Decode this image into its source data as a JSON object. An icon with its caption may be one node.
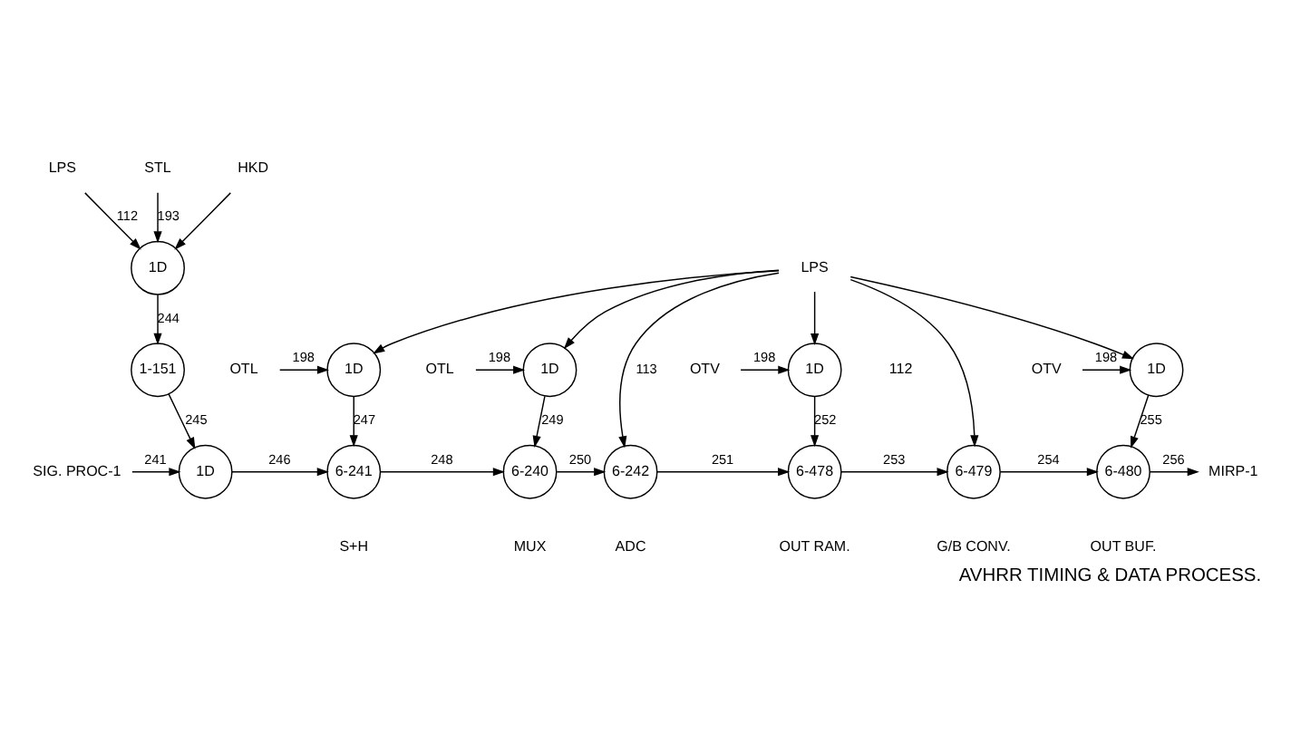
{
  "diagram": {
    "caption": "AVHRR TIMING & DATA PROCESS.",
    "nodes": [
      {
        "text": [
          "LPS"
        ]
      },
      {
        "text": [
          "OTL"
        ]
      },
      {
        "text": [
          "1D"
        ]
      },
      {
        "text": [
          "OTL"
        ]
      },
      {
        "text": [
          "1D"
        ]
      },
      {
        "text": [
          "OTV"
        ]
      },
      {
        "text": [
          "1D"
        ]
      },
      {
        "text": [
          "OTV"
        ]
      },
      {
        "text": [
          "1D"
        ]
      },
      {
        "text": [
          "SIG. PROC-1"
        ]
      },
      {
        "text": [
          "1D"
        ]
      },
      {
        "text": [
          "6-241"
        ],
        "beside": [
          "S+H"
        ]
      },
      {
        "text": [
          "6-240"
        ],
        "beside": [
          "MUX"
        ]
      },
      {
        "text": [
          "6-242"
        ],
        "beside": [
          "ADC"
        ]
      },
      {
        "text": [
          "6-478"
        ],
        "beside": [
          "OUT RAM."
        ]
      },
      {
        "text": [
          "6-479"
        ],
        "beside": [
          "G/B CONV."
        ]
      },
      {
        "text": [
          "6-480"
        ],
        "beside": [
          "OUT BUF."
        ]
      },
      {
        "text": [
          "MIRP-1"
        ]
      },
      {
        "text": [
          "1-151"
        ]
      },
      {
        "text": [
          "LPS"
        ]
      },
      {
        "text": [
          "1D"
        ]
      },
      {
        "text": [
          "STL"
        ]
      },
      {
        "text": [
          "HKD"
        ]
      }
    ],
    "edges": [
      {
        "from": 0,
        "to": 2,
        "arrow": "to"
      },
      {
        "from": 0,
        "to": 4,
        "arrow": "to"
      },
      {
        "from": 0,
        "to": 13,
        "arrow": "to",
        "label": "113"
      },
      {
        "from": 0,
        "to": 6,
        "arrow": "to"
      },
      {
        "from": 0,
        "to": 15,
        "arrow": "to"
      },
      {
        "from": 0,
        "to": 8,
        "arrow": "to"
      },
      {
        "from": 1,
        "to": 2,
        "arrow": "to",
        "label": "198"
      },
      {
        "from": 3,
        "to": 4,
        "arrow": "to",
        "label": "198"
      },
      {
        "from": 5,
        "to": 6,
        "arrow": "to",
        "label": "198"
      },
      {
        "from": 7,
        "to": 8,
        "arrow": "to",
        "label": "198"
      },
      {
        "from": 2,
        "to": 11,
        "arrow": "to",
        "label": "247"
      },
      {
        "from": 4,
        "to": 12,
        "arrow": "to",
        "label": "249"
      },
      {
        "from": 6,
        "to": 14,
        "arrow": "to",
        "label": "252"
      },
      {
        "from": 8,
        "to": 16,
        "arrow": "to",
        "label": "255"
      },
      {
        "from": 9,
        "to": 10,
        "arrow": "to",
        "label": "241"
      },
      {
        "from": 10,
        "to": 11,
        "arrow": "to",
        "label": "246"
      },
      {
        "from": 11,
        "to": 12,
        "arrow": "to",
        "label": "248"
      },
      {
        "from": 12,
        "to": 13,
        "arrow": "to",
        "label": "250"
      },
      {
        "from": 13,
        "to": 14,
        "arrow": "to",
        "label": "251"
      },
      {
        "from": 14,
        "to": 15,
        "arrow": "to",
        "label": "253"
      },
      {
        "from": 15,
        "to": 16,
        "arrow": "to",
        "label": "254"
      },
      {
        "from": 16,
        "to": 17,
        "arrow": "to",
        "label": "256"
      },
      {
        "from": 18,
        "to": 10,
        "arrow": "to",
        "label": "245"
      },
      {
        "from": 20,
        "to": 18,
        "arrow": "to",
        "label": "244"
      },
      {
        "from": 19,
        "to": 20,
        "arrow": "to",
        "label": "112"
      },
      {
        "from": 21,
        "to": 20,
        "arrow": "to",
        "label": "193"
      },
      {
        "from": 22,
        "to": 20,
        "arrow": "to"
      }
    ],
    "labels": [
      "112"
    ]
  }
}
